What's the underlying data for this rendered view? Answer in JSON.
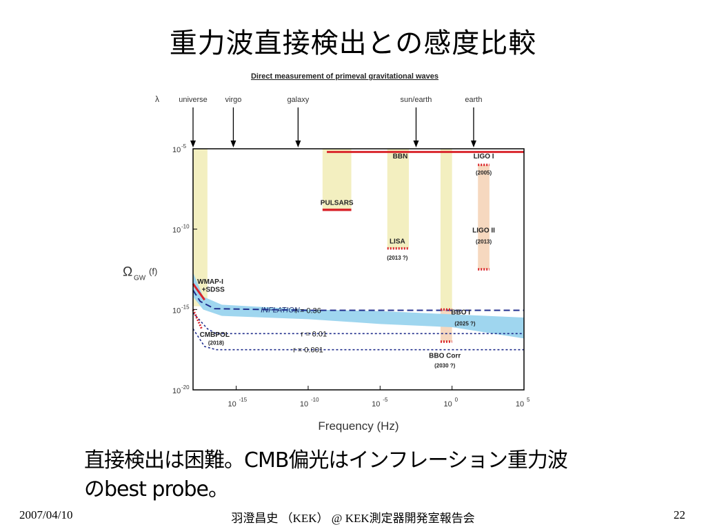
{
  "slide": {
    "title": "重力波直接検出との感度比較",
    "caption_line1": "直接検出は困難。CMB偏光はインフレーション重力波",
    "caption_line2": "のbest probe。",
    "footer_date": "2007/04/10",
    "footer_center": "羽澄昌史 （KEK） @ KEK測定器開発室報告会",
    "footer_page": "22"
  },
  "colors": {
    "band_yellow": "#f3efc0",
    "band_orange": "#f6d8bf",
    "inflation_blue": "#9fd6ef",
    "dashed_blue": "#1f2d8c",
    "limit_red": "#d9252b",
    "axis": "#000000"
  },
  "chart_data": {
    "type": "line",
    "title": "Direct measurement of primeval gravitational waves",
    "xlabel": "Frequency (Hz)",
    "ylabel": "Ω",
    "ylabel_sub": "GW",
    "ylabel_suffix": "(f)",
    "xscale": "log",
    "yscale": "log",
    "xlim_log10": [
      -18,
      5
    ],
    "ylim_log10": [
      -20,
      -5
    ],
    "x_ticks": [
      {
        "log10": -15,
        "base": "10",
        "exp": "-15"
      },
      {
        "log10": -10,
        "base": "10",
        "exp": "-10"
      },
      {
        "log10": -5,
        "base": "10",
        "exp": "-5"
      },
      {
        "log10": 0,
        "base": "10",
        "exp": "0"
      },
      {
        "log10": 5,
        "base": "10",
        "exp": "5"
      }
    ],
    "y_ticks": [
      {
        "log10": -5,
        "base": "10",
        "exp": "-5"
      },
      {
        "log10": -10,
        "base": "10",
        "exp": "-10"
      },
      {
        "log10": -15,
        "base": "10",
        "exp": "-15"
      },
      {
        "log10": -20,
        "base": "10",
        "exp": "-20"
      }
    ],
    "lambda_label": "λ",
    "wavelength_markers": [
      {
        "label": "universe",
        "log10_f": -18
      },
      {
        "label": "virgo",
        "log10_f": -15.2
      },
      {
        "label": "galaxy",
        "log10_f": -10.7
      },
      {
        "label": "sun/earth",
        "log10_f": -2.5
      },
      {
        "label": "earth",
        "log10_f": 1.5
      }
    ],
    "bands": [
      {
        "name": "cmb-band",
        "x_log10": [
          -18,
          -17
        ],
        "y_log10": [
          -14.8,
          -5
        ],
        "color": "band_yellow"
      },
      {
        "name": "pulsars-band",
        "x_log10": [
          -9,
          -7
        ],
        "y_log10": [
          -8.8,
          -5
        ],
        "color": "band_yellow"
      },
      {
        "name": "lisa-band",
        "x_log10": [
          -4.5,
          -3
        ],
        "y_log10": [
          -11.2,
          -5
        ],
        "color": "band_yellow"
      },
      {
        "name": "bbo-band",
        "x_log10": [
          -0.8,
          0
        ],
        "y_log10": [
          -15,
          -5
        ],
        "color": "band_yellow"
      },
      {
        "name": "bbo-corr-band",
        "x_log10": [
          -0.8,
          0
        ],
        "y_log10": [
          -17,
          -15
        ],
        "color": "band_orange"
      },
      {
        "name": "ligo-band",
        "x_log10": [
          1.8,
          2.6
        ],
        "y_log10": [
          -12.5,
          -6
        ],
        "color": "band_orange"
      }
    ],
    "inflation_band": {
      "label": "INFLATION",
      "upper": [
        [
          -18,
          -12.7
        ],
        [
          -17.3,
          -14.2
        ],
        [
          -16,
          -14.7
        ],
        [
          -10,
          -15
        ],
        [
          -5,
          -15.1
        ],
        [
          0,
          -15.3
        ],
        [
          5,
          -15.5
        ]
      ],
      "lower": [
        [
          5,
          -16.8
        ],
        [
          0,
          -16.1
        ],
        [
          -5,
          -15.9
        ],
        [
          -10,
          -15.6
        ],
        [
          -16,
          -15.4
        ],
        [
          -17.3,
          -15.0
        ],
        [
          -18,
          -14.2
        ]
      ]
    },
    "series": [
      {
        "name": "r = 0.36",
        "style": "dashed",
        "points": [
          [
            -18,
            -13.8
          ],
          [
            -17.5,
            -14.5
          ],
          [
            -16.5,
            -14.95
          ],
          [
            -10,
            -15.05
          ],
          [
            5,
            -15.05
          ]
        ],
        "label_log10": [
          -10,
          -15.05
        ]
      },
      {
        "name": "r = 0.01",
        "style": "dotted",
        "points": [
          [
            -18,
            -15.2
          ],
          [
            -17,
            -16.2
          ],
          [
            -16.4,
            -16.5
          ],
          [
            5,
            -16.5
          ]
        ],
        "label_log10": [
          -9.6,
          -16.5
        ]
      },
      {
        "name": "r = 0.001",
        "style": "dotted",
        "points": [
          [
            -18,
            -16.2
          ],
          [
            -17.2,
            -17.3
          ],
          [
            -16.4,
            -17.5
          ],
          [
            5,
            -17.5
          ]
        ],
        "label_log10": [
          -10,
          -17.5
        ]
      }
    ],
    "limits": [
      {
        "name": "BBN",
        "x_log10": [
          -8.7,
          5
        ],
        "y_log10": -5.2,
        "style": "solid"
      },
      {
        "name": "PULSARS",
        "x_log10": [
          -9,
          -7
        ],
        "y_log10": -8.8,
        "style": "solid"
      },
      {
        "name": "LISA",
        "x_log10": [
          -4.5,
          -3
        ],
        "y_log10": -11.2,
        "style": "dotted"
      },
      {
        "name": "LIGO I",
        "x_log10": [
          1.8,
          2.6
        ],
        "y_log10": -6,
        "style": "dotted"
      },
      {
        "name": "LIGO II",
        "x_log10": [
          1.8,
          2.6
        ],
        "y_log10": -12.5,
        "style": "dotted"
      },
      {
        "name": "BBO I",
        "x_log10": [
          -0.8,
          0
        ],
        "y_log10": -15,
        "style": "dotted"
      },
      {
        "name": "BBO Corr",
        "x_log10": [
          -0.8,
          0
        ],
        "y_log10": -17,
        "style": "dotted"
      }
    ],
    "wmap_limit": {
      "points": [
        [
          -18,
          -13.4
        ],
        [
          -17.2,
          -14.4
        ]
      ]
    },
    "cmbpol_limit": {
      "points": [
        [
          -18,
          -15.0
        ],
        [
          -17.4,
          -16.2
        ]
      ]
    },
    "annotations": [
      {
        "text": "BBN",
        "x_log10": -3.6,
        "y_log10": -5.6
      },
      {
        "text": "LIGO I",
        "x_log10": 2.2,
        "y_log10": -5.6
      },
      {
        "text": "(2005)",
        "x_log10": 2.2,
        "y_log10": -6.6
      },
      {
        "text": "PULSARS",
        "x_log10": -8,
        "y_log10": -8.5
      },
      {
        "text": "LIGO II",
        "x_log10": 2.2,
        "y_log10": -10.2
      },
      {
        "text": "(2013)",
        "x_log10": 2.2,
        "y_log10": -10.9
      },
      {
        "text": "LISA",
        "x_log10": -3.8,
        "y_log10": -10.9
      },
      {
        "text": "(2013 ?)",
        "x_log10": -3.8,
        "y_log10": -11.9
      },
      {
        "text": "WMAP-I",
        "x_log10": -16.8,
        "y_log10": -13.4
      },
      {
        "text": "+SDSS",
        "x_log10": -16.6,
        "y_log10": -13.9
      },
      {
        "text": "BBO I",
        "x_log10": 0.6,
        "y_log10": -15.3
      },
      {
        "text": "(2025 ?)",
        "x_log10": 0.9,
        "y_log10": -16.0
      },
      {
        "text": "CMBPOL",
        "x_log10": -16.5,
        "y_log10": -16.7
      },
      {
        "text": "(2018)",
        "x_log10": -16.4,
        "y_log10": -17.2
      },
      {
        "text": "BBO Corr",
        "x_log10": -0.5,
        "y_log10": -18.0
      },
      {
        "text": "(2030 ?)",
        "x_log10": -0.5,
        "y_log10": -18.6
      }
    ]
  }
}
